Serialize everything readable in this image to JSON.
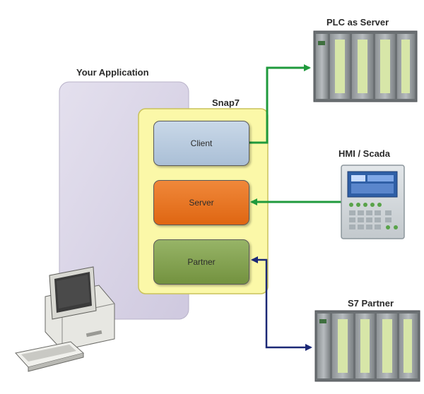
{
  "labels": {
    "your_application": "Your Application",
    "snap7": "Snap7",
    "plc_as_server": "PLC as Server",
    "hmi_scada": "HMI / Scada",
    "s7_partner": "S7 Partner"
  },
  "modules": {
    "client": "Client",
    "server": "Server",
    "partner": "Partner"
  },
  "colors": {
    "application_panel": "#dbd6e8",
    "snap7_panel": "#fbf8a8",
    "client": "#b9cbe0",
    "server": "#e8772a",
    "partner": "#86a456",
    "arrow_green": "#1f9a3c",
    "arrow_navy": "#1b2876"
  },
  "icons": [
    "desktop-computer-icon",
    "plc-rack-icon",
    "hmi-panel-icon"
  ]
}
